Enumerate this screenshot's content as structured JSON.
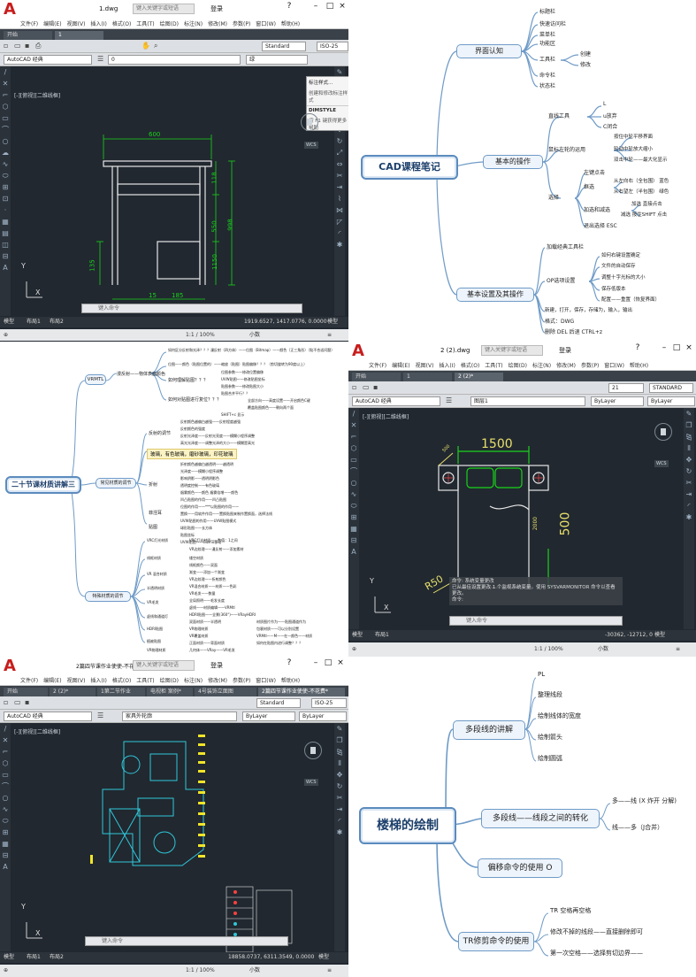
{
  "top_left": {
    "file_name": "1.dwg",
    "search_placeholder": "键入关键字或短语",
    "login": "登录",
    "menus": [
      "文件(F)",
      "编辑(E)",
      "视图(V)",
      "插入(I)",
      "格式(O)",
      "工具(T)",
      "绘图(D)",
      "标注(N)",
      "修改(M)",
      "参数(P)",
      "窗口(W)",
      "帮助(H)"
    ],
    "tabs": [
      "开始",
      "1"
    ],
    "style_value": "Standard",
    "iso_value": "ISO-25",
    "workspace": "AutoCAD 经典",
    "layer_value": "0",
    "color_value": "绿",
    "viewport_label": "[-][俯视][二维线框]",
    "popup": {
      "item1": "标注样式...",
      "item2": "创建和修改标注样式",
      "item3": "DIMSTYLE",
      "item4": "按 F1 键获得更多帮助"
    },
    "dims": {
      "top": "600",
      "r1": "118",
      "r2": "550",
      "r3": "1150",
      "total": "998",
      "left": "135",
      "b1": "15",
      "b2": "185"
    },
    "wcs": "WCS",
    "cmd_placeholder": "键入命令",
    "coords": "1919.6527, 1417.0776, 0.0000",
    "mode": "模型",
    "model_tabs": [
      "模型",
      "布局1",
      "布局2"
    ],
    "scale": "1:1 / 100%",
    "units": "小数"
  },
  "top_right": {
    "root": "CAD课程笔记",
    "c1": "界面认知",
    "c1_items": [
      "标题栏",
      "快速访问栏",
      "菜单栏",
      "功能区",
      "工具栏",
      "命令栏",
      "状态栏"
    ],
    "c1_sub": [
      "创建",
      "修改"
    ],
    "c2": "基本的操作",
    "c2_g1": "直线工具",
    "c2_g1_items": [
      "L",
      "u放弃",
      "C闭合"
    ],
    "c2_g2": "鼠标左轮的运用",
    "c2_g2_items": [
      "按住中轮平移界面",
      "轮动中轮放大缩小",
      "双击中轮——最大化显示"
    ],
    "c2_g3": "选择",
    "c2_g3_a": "左键点击",
    "c2_g3_b": "框选",
    "c2_g3_b_items": [
      "从左向右（全包围） 蓝色",
      "从右望左（半包围） 绿色"
    ],
    "c2_g3_c": "加选和减选",
    "c2_g3_c_items": [
      "加选 直接点击",
      "减选 按住SHIFT 点击"
    ],
    "c2_g3_d": "退出选择 ESC",
    "c3": "基本设置及其操作",
    "c3_items": [
      "加载经典工具栏",
      "OP选项设置",
      "新建，打开，保存，存储为，输入，输出",
      "格式：DWG",
      "删除 DEL  后退 CTRL+z"
    ],
    "c3_op_items": [
      "如何右键设置确定",
      "文件的自动保存",
      "调整十字光标的大小",
      "保存低版本",
      "配置——重置（恢复界面）"
    ]
  },
  "mid_left": {
    "root": "二十节课材质讲解三",
    "c1": "VRMTL",
    "c1_sub": "漫反射——物体表面颜色",
    "c1_items": [
      "如何区分反射和光泽？？？漫反射（四方体）——位图（Bitmap）——颜色（正三角形）（贴不合适问题）",
      "位图——颜色（贴图位置的）——缩放（贴图）贴图偏移？？？（剪切旋转为90度以上）",
      "如何理解贴图？？？",
      "如何对贴图进行复位？？？"
    ],
    "c1_deep": [
      "位图参数——修改位置偏移",
      "UVW贴图——修改贴图坐标",
      "贴图参数——修改贴图大小",
      "贴图合并平行？？",
      "全部方向——高度设置——开启颜色C键",
      "覆盖贴图颜色——朝向两个面",
      "SHIFT+c 显示"
    ],
    "c2": "常见材质的调节",
    "c2_items": [
      "反射的调节",
      "折射",
      "菲涅耳",
      "贴图"
    ],
    "c2_deep": [
      "反射颜色越偏白越强——反射程度越强",
      "反射颜色的强度",
      "反射光泽度——反射光亮度——模糊小程序调整",
      "高光光泽度——调整光泽的大小——模糊是高光",
      "玻璃，有色玻璃，磨砂玻璃，印花玻璃",
      "折射颜色越偏白越透明——越透明",
      "光泽度——模糊小程序调整",
      "影响阴影——透明阴影色",
      "透明度控制——有色玻璃",
      "烟雾颜色——颜色 烟雾倍增——颜色",
      "凹凸贴图的作用——凹凸贴图",
      "位图的作用——***以贴图的作用——",
      "置换——用软件作用——置换贴图来制作置换面，选择法线",
      "UVW贴图的作用——UVW贴图模式",
      "球形贴图——长方体",
      "贴图坐标",
      "UVW贴图——Gizmo移动"
    ],
    "c3": "特殊材质的调节",
    "c3_items": [
      "VRC灯光材质",
      "线框材质",
      "VR 混合材质",
      "半透明材质",
      "VR毛发",
      "虚线和通道灯",
      "HDRI贴图",
      "植被贴图",
      "VR物理材质"
    ],
    "c3_deep": [
      "VRC灯光材质——数值：1之间",
      "VR边纹理——漫反射——添加素材",
      "镂空材质",
      "线框颜色——双面",
      "渐变——添加一个渐变",
      "VR边纹理——折射颜色",
      "VR混合材质——材质——色彩",
      "VR毛发——数量",
      "全局照明——毛发长度",
      "虚线——材质编辑——VRMtl",
      "HDRI贴图——全景(360°)——VRayHDRI",
      "双面材质——半透明",
      "VR物理材质",
      "VR覆盖材质",
      "正面材质——背面材质",
      "几何体——VRay——VR毛发",
      "材质图片作为——贴图通道作为",
      "包裹材质——可以分别设置",
      "VRMtl——M——在一颜色——材质",
      "如何在贴图内进行调整？？？"
    ]
  },
  "mid_right": {
    "file_name": "2 (2).dwg",
    "search_placeholder": "键入关键字或短语",
    "login": "登录",
    "menus": [
      "文件(F)",
      "编辑(E)",
      "视图(V)",
      "插入(I)",
      "格式(O)",
      "工具(T)",
      "绘图(D)",
      "标注(N)",
      "修改(M)",
      "参数(P)",
      "窗口(W)",
      "帮助(H)"
    ],
    "tabs": [
      "开始",
      "1",
      "2 (2)*"
    ],
    "dim_value": "21",
    "style_value": "STANDARD",
    "workspace": "AutoCAD 经典",
    "layer_value": "图层1",
    "bylayer": "ByLayer",
    "bylayer2": "ByLayer",
    "viewport_label": "[-][俯视][二维线框]",
    "dims": {
      "top": "1500",
      "right": "500",
      "right2": "2000",
      "radius": "R50",
      "small": "500"
    },
    "wcs": "WCS",
    "msg1": "命令: 系统变量更改",
    "msg2": "已从最佳设置更改 1 个监视系统变量。使用 SYSVARMONITOR 命令以查看更改。",
    "msg3": "命令:",
    "cmd_placeholder": "键入命令",
    "coords": "-30362, -12712, 0",
    "mode": "模型",
    "model_tabs": [
      "模型",
      "布局1"
    ],
    "scale": "1:1 / 100%",
    "units": "小数"
  },
  "bottom_left": {
    "file_name": "2篇四节课作业使使-不花费",
    "search_placeholder": "键入关键字或短语",
    "login": "登录",
    "menus": [
      "文件(F)",
      "编辑(E)",
      "视图(V)",
      "插入(I)",
      "格式(O)",
      "工具(T)",
      "绘图(D)",
      "标注(N)",
      "修改(M)",
      "参数(P)",
      "窗口(W)",
      "帮助(H)"
    ],
    "tabs": [
      "开始",
      "2 (2)*",
      "1第二节作业",
      "电视柜 案例*",
      "4号装饰立面图 recover*",
      "2篇四节课作业使使-不花费*"
    ],
    "style_value": "Standard",
    "iso_value": "ISO-25",
    "workspace": "AutoCAD 经典",
    "layer_value": "家具外轮廓",
    "bylayer": "ByLayer",
    "bylayer2": "ByLayer",
    "viewport_label": "[-][俯视][二维线框]",
    "wcs": "WCS",
    "cmd_placeholder": "键入命令",
    "coords": "18858.0737, 6311.3549, 0.0000",
    "mode": "模型",
    "model_tabs": [
      "模型",
      "布局1",
      "布局2"
    ],
    "scale": "1:1 / 100%",
    "units": "小数"
  },
  "bottom_right": {
    "root": "楼梯的绘制",
    "c1": "多段线的讲解",
    "c1_items": [
      "PL",
      "整理线段",
      "绘制线体的宽度",
      "绘制箭头",
      "绘制圆弧"
    ],
    "c2": "多段线——线段之间的转化",
    "c2_items": [
      "多——线 (X 炸开 分解)",
      "线——多（J合并）"
    ],
    "c3": "偏移命令的使用 O",
    "c4": "TR修剪命令的使用",
    "c4_items": [
      "TR 空格再空格",
      "修改不掉的线段——直接删除即可",
      "第一次空格——选择剪切边界——"
    ]
  }
}
